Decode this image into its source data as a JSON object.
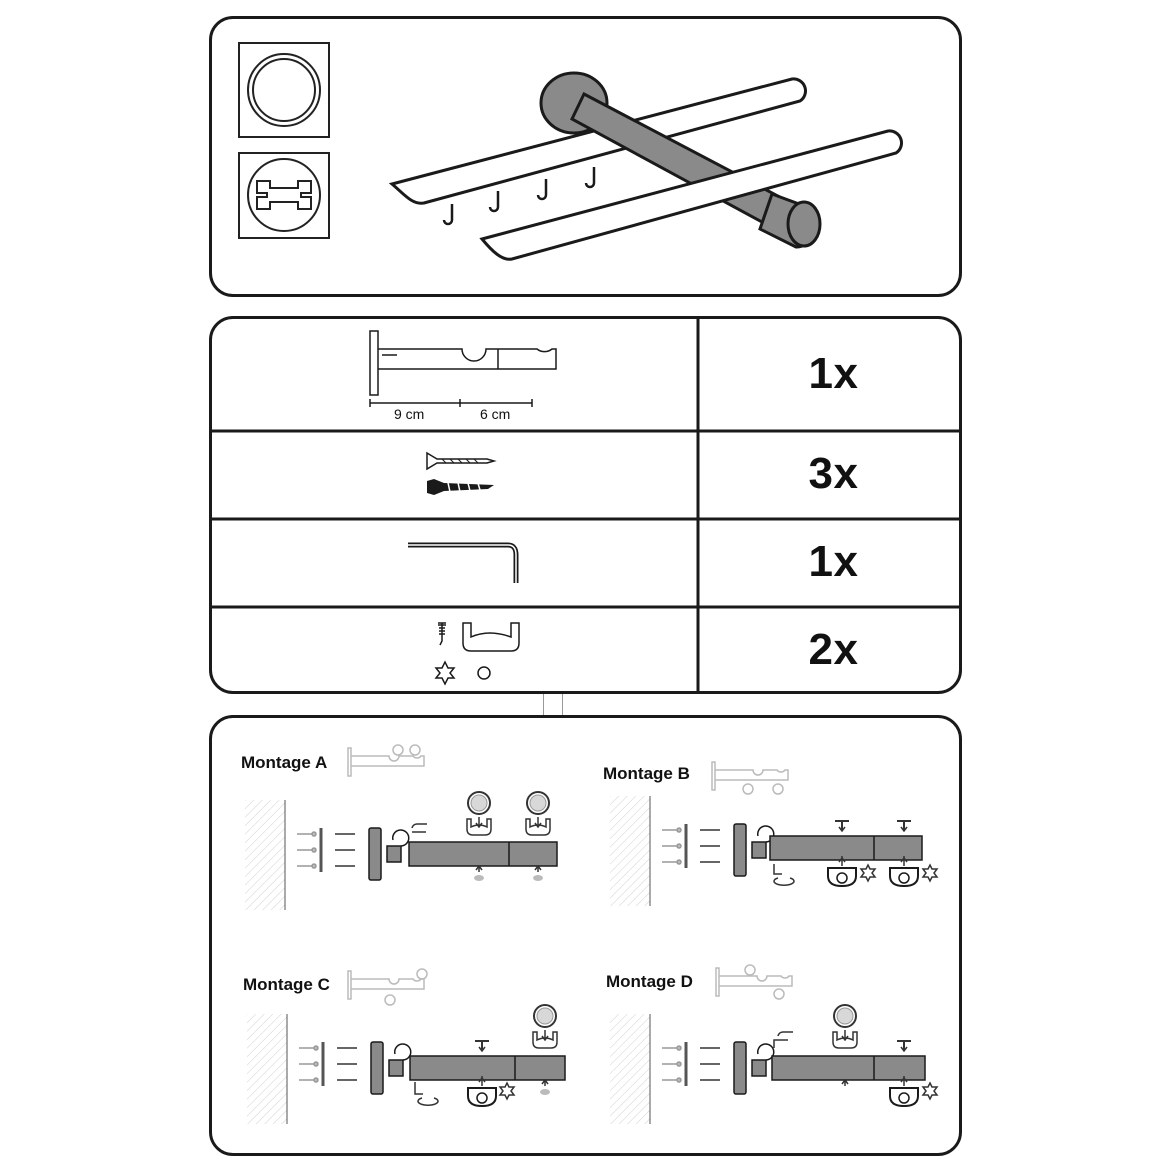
{
  "parts": {
    "bracket": {
      "quantity": "1x",
      "dim_left": "9 cm",
      "dim_right": "6 cm"
    },
    "screws": {
      "quantity": "3x"
    },
    "allen_key": {
      "quantity": "1x"
    },
    "rod_clips": {
      "quantity": "2x"
    }
  },
  "montage": {
    "a": {
      "title": "Montage A"
    },
    "b": {
      "title": "Montage B"
    },
    "c": {
      "title": "Montage C"
    },
    "d": {
      "title": "Montage D"
    }
  },
  "colors": {
    "outline": "#1a1a1a",
    "metal": "#8a8a8a",
    "metal_dark": "#6e6e6e",
    "faded": "#bdbdbd"
  }
}
